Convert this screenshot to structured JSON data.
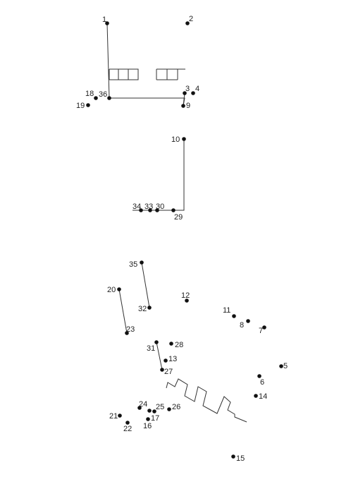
{
  "puzzle": {
    "type": "connect-the-dots",
    "dot_color": "#111111",
    "line_color": "#333333",
    "dots": [
      {
        "n": "1"
      },
      {
        "n": "2"
      },
      {
        "n": "3"
      },
      {
        "n": "4"
      },
      {
        "n": "5"
      },
      {
        "n": "6"
      },
      {
        "n": "7"
      },
      {
        "n": "8"
      },
      {
        "n": "9"
      },
      {
        "n": "10"
      },
      {
        "n": "11"
      },
      {
        "n": "12"
      },
      {
        "n": "13"
      },
      {
        "n": "14"
      },
      {
        "n": "15"
      },
      {
        "n": "16"
      },
      {
        "n": "17"
      },
      {
        "n": "18"
      },
      {
        "n": "19"
      },
      {
        "n": "20"
      },
      {
        "n": "21"
      },
      {
        "n": "22"
      },
      {
        "n": "23"
      },
      {
        "n": "24"
      },
      {
        "n": "25"
      },
      {
        "n": "26"
      },
      {
        "n": "27"
      },
      {
        "n": "28"
      },
      {
        "n": "29"
      },
      {
        "n": "30"
      },
      {
        "n": "31"
      },
      {
        "n": "32"
      },
      {
        "n": "33"
      },
      {
        "n": "34"
      },
      {
        "n": "35"
      },
      {
        "n": "36"
      }
    ]
  }
}
